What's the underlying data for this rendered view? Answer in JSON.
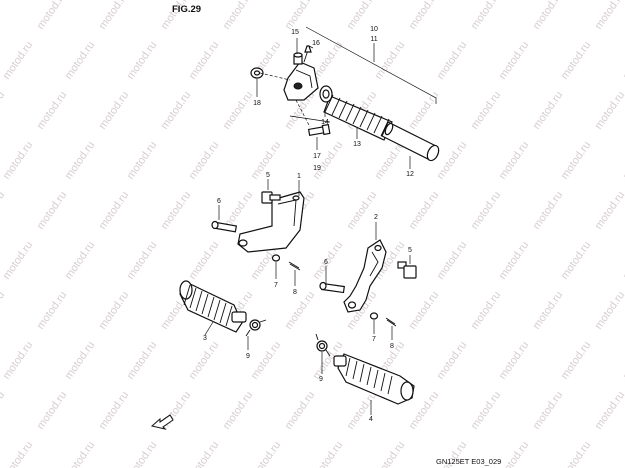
{
  "figure_title": "FIG.29",
  "drawing_code": "GN125ET E03_029",
  "watermark_text": "motod.ru",
  "arrow_icon": "front-direction-arrow-icon",
  "callouts": {
    "c1a": "1",
    "c1b": "2",
    "c3": "3",
    "c4": "4",
    "c5a": "5",
    "c5b": "5",
    "c6a": "6",
    "c6b": "6",
    "c7a": "7",
    "c7b": "7",
    "c8a": "8",
    "c8b": "8",
    "c9a": "9",
    "c9b": "9",
    "c10": "10",
    "c11": "11",
    "c12": "12",
    "c13": "13",
    "c14": "14",
    "c15": "15",
    "c16": "16",
    "c17": "17",
    "c18": "18",
    "c19": "19"
  }
}
